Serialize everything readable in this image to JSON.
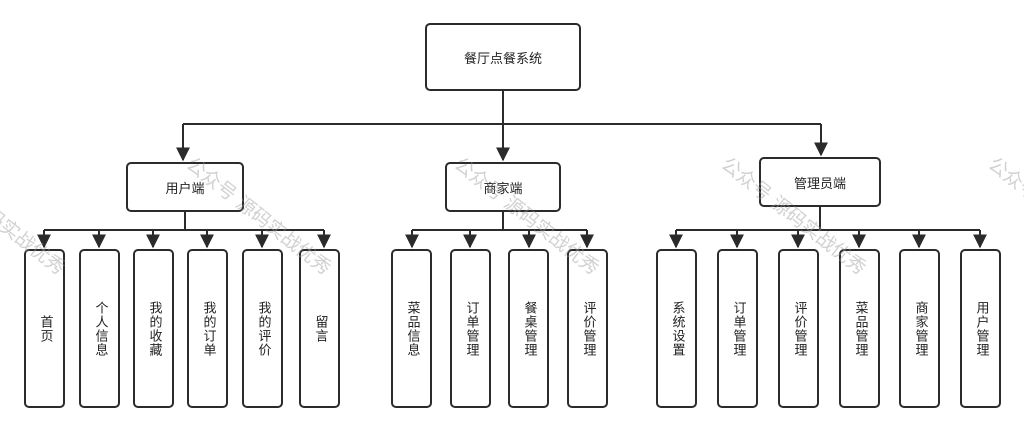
{
  "root": {
    "label": "餐厅点餐系统"
  },
  "groups": [
    {
      "label": "用户端",
      "children": [
        "首页",
        "个人信息",
        "我的收藏",
        "我的订单",
        "我的评价",
        "留言"
      ]
    },
    {
      "label": "商家端",
      "children": [
        "菜品信息",
        "订单管理",
        "餐桌管理",
        "评价管理"
      ]
    },
    {
      "label": "管理员端",
      "children": [
        "系统设置",
        "订单管理",
        "评价管理",
        "菜品管理",
        "商家管理",
        "用户管理"
      ]
    }
  ],
  "watermark": "公众号 源码实战优秀",
  "colors": {
    "line": "#2b2b2b",
    "box_border": "#2b2b2b",
    "background": "#ffffff"
  }
}
